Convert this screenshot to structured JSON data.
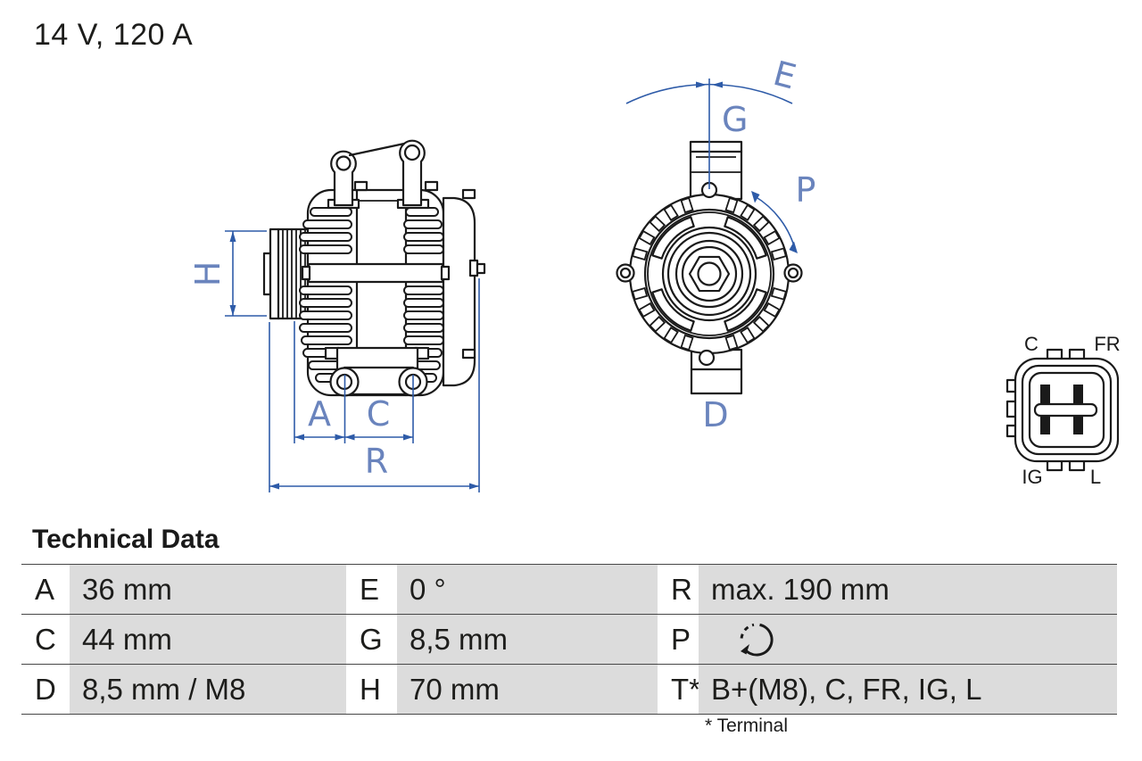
{
  "header": {
    "rating": "14 V, 120 A"
  },
  "diagram": {
    "side_view": {
      "dim_labels": {
        "h": "H",
        "a": "A",
        "c": "C",
        "r": "R"
      }
    },
    "front_view": {
      "dim_labels": {
        "e": "E",
        "g": "G",
        "p": "P",
        "d": "D"
      }
    },
    "connector": {
      "pin_labels": {
        "top_left": "C",
        "top_right": "FR",
        "bottom_left": "IG",
        "bottom_right": "L"
      }
    },
    "colors": {
      "dimension_blue": "#2e5ba8",
      "label_blue": "#6a84bd",
      "drawing_black": "#1a1a1a"
    }
  },
  "technical_data": {
    "title": "Technical Data",
    "rows": [
      {
        "cells": [
          {
            "key": "A",
            "value": "36 mm"
          },
          {
            "key": "E",
            "value": "0 °"
          },
          {
            "key": "R",
            "value": "max. 190 mm"
          }
        ]
      },
      {
        "cells": [
          {
            "key": "C",
            "value": "44 mm"
          },
          {
            "key": "G",
            "value": "8,5 mm"
          },
          {
            "key": "P",
            "value": "",
            "icon": "rotation-cw-icon"
          }
        ]
      },
      {
        "cells": [
          {
            "key": "D",
            "value": "8,5 mm / M8"
          },
          {
            "key": "H",
            "value": "70 mm"
          },
          {
            "key": "T*",
            "value": "B+(M8), C, FR, IG, L"
          }
        ]
      }
    ],
    "footnote": "* Terminal"
  }
}
